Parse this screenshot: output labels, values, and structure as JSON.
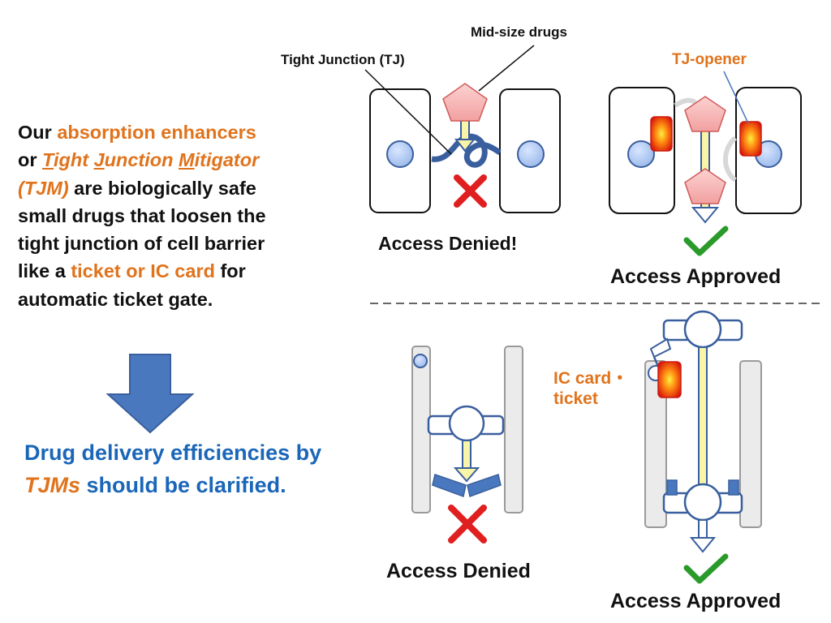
{
  "text_block": {
    "line1_a": "Our ",
    "line1_b": "absorption enhancers",
    "line2_a": "or ",
    "tjm_t": "T",
    "tjm_ight": "ight ",
    "tjm_j": "J",
    "tjm_unction": "unction ",
    "tjm_m": "M",
    "tjm_itigator": "itigator",
    "tjm_abbr": "(TJM)",
    "line3_rest": " are biologically safe",
    "line4": "small drugs that loosen the",
    "line5": "tight junction of cell barrier",
    "line6_a": "like a ",
    "line6_b": "ticket or IC card",
    "line6_c": " for",
    "line7": "automatic ticket gate."
  },
  "conclusion": {
    "line1": "Drug delivery efficiencies by",
    "tjms": "TJMs",
    "line2_rest": " should be clarified."
  },
  "labels": {
    "mid_size_drugs": "Mid-size drugs",
    "tight_junction": "Tight Junction (TJ)",
    "tj_opener": "TJ-opener",
    "access_denied_1": "Access Denied!",
    "access_approved_1": "Access Approved",
    "ic_card": "IC card・",
    "ticket": "ticket",
    "access_denied_2": "Access Denied",
    "access_approved_2": "Access Approved"
  },
  "icons": {
    "denied": "red-x-icon",
    "approved": "green-check-icon",
    "arrow": "down-arrow-icon"
  },
  "colors": {
    "orange_text": "#e0731c",
    "blue_text": "#1a66b8",
    "drug_pink": "#f7b6b6",
    "junction_blue": "#3a5f9e",
    "card_red": "#e8281c",
    "check_green": "#2a9a2a",
    "cross_red": "#e02020"
  }
}
